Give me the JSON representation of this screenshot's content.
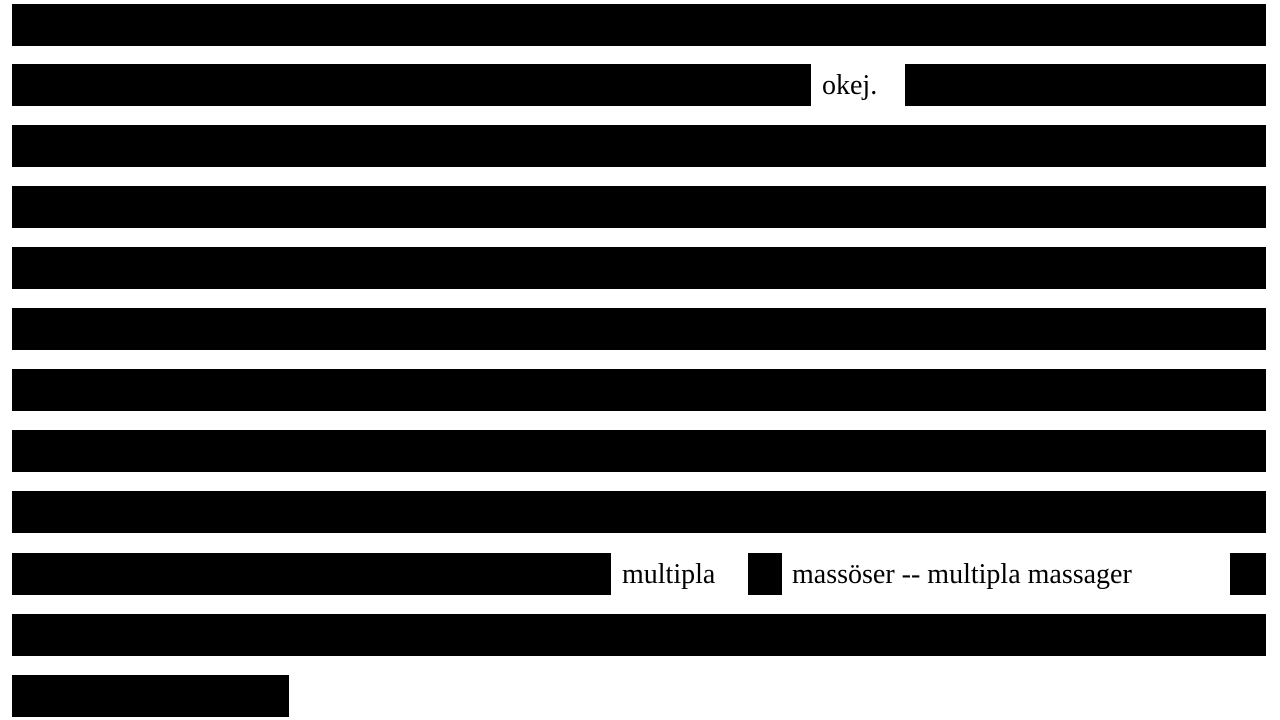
{
  "document": {
    "redaction_color": "#000000",
    "background_color": "#ffffff",
    "line2_text": "okej.",
    "line10": {
      "word_1": "multipla",
      "text_2": "massöser -- multipla massager"
    }
  }
}
